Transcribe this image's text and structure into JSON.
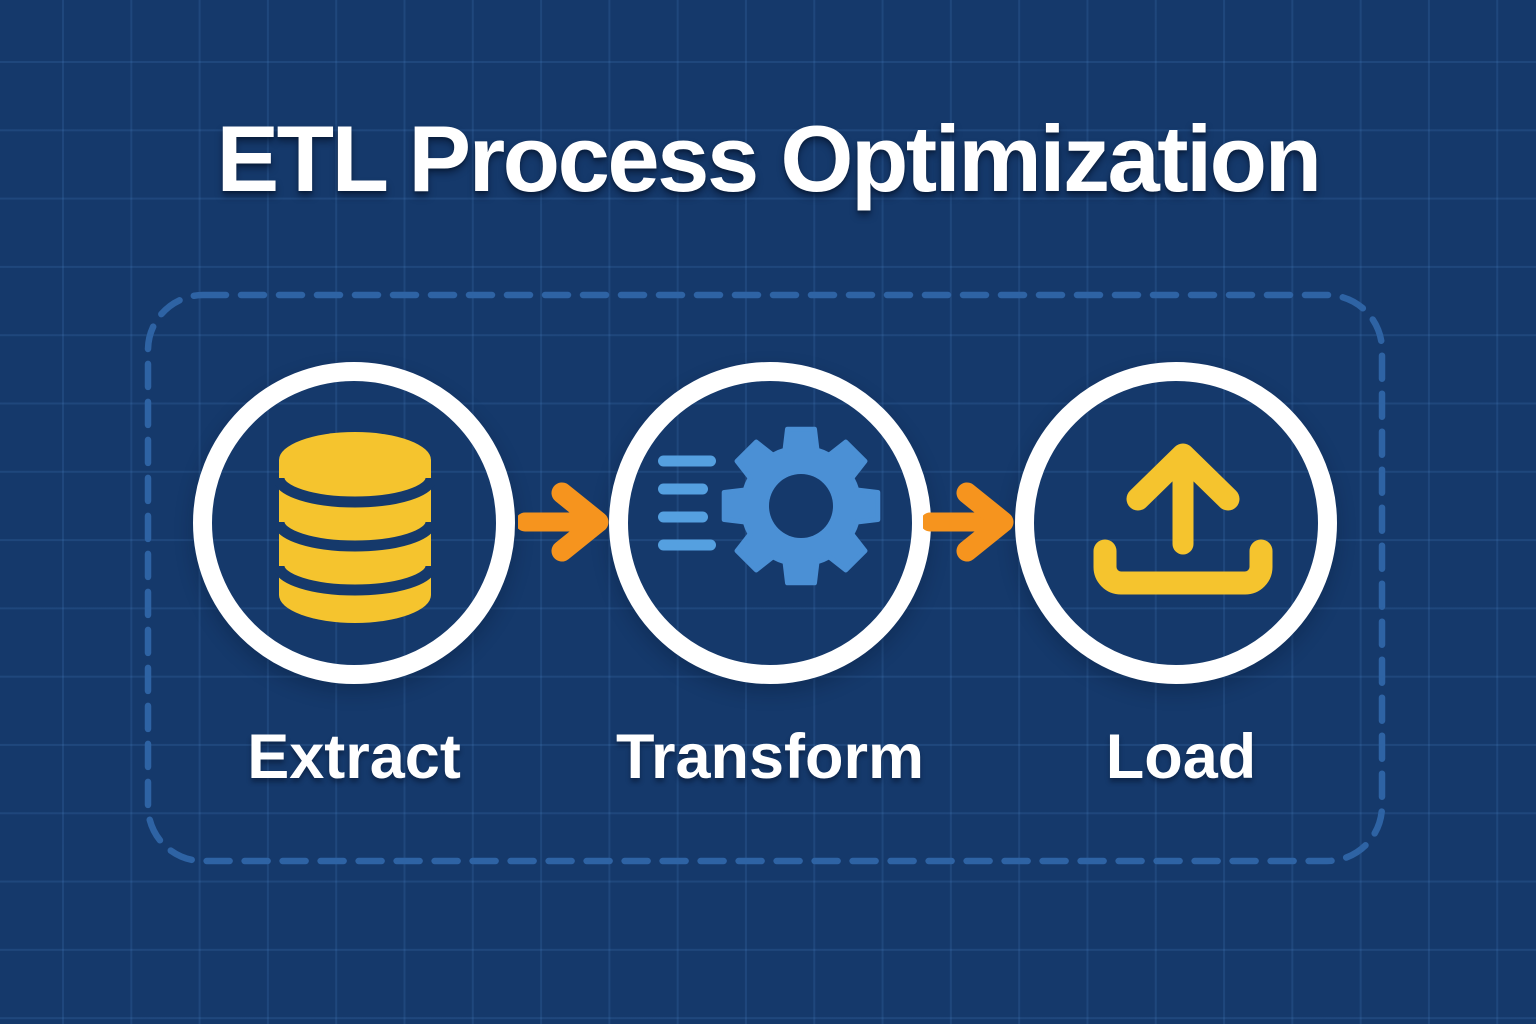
{
  "title": "ETL Process Optimization",
  "stages": [
    {
      "label": "Extract",
      "icon": "database-icon"
    },
    {
      "label": "Transform",
      "icon": "gear-speed-lines-icon"
    },
    {
      "label": "Load",
      "icon": "upload-tray-icon"
    }
  ],
  "connectors": [
    {
      "icon": "arrow-right-icon"
    },
    {
      "icon": "arrow-right-icon"
    }
  ],
  "colors": {
    "background": "#15396b",
    "grid_line": "#27527f",
    "dashed_border": "#2e63a4",
    "circle_ring": "#ffffff",
    "text": "#ffffff",
    "accent_yellow": "#f5c42e",
    "accent_orange": "#f6941e",
    "gear_blue": "#4b90d5",
    "speed_line_blue": "#55a0e0"
  }
}
